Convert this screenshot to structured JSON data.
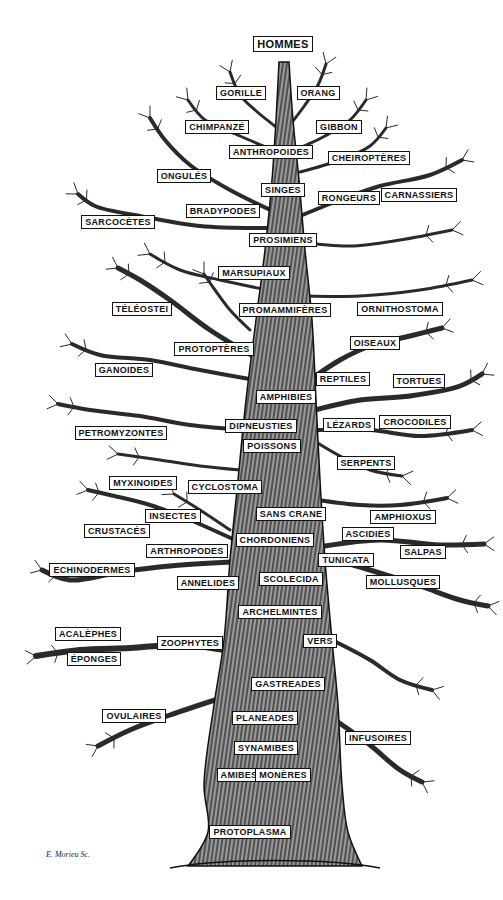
{
  "diagram": {
    "nodes": [
      {
        "text": [
          "HOMMES"
        ]
      },
      {
        "text": [
          "GORILLE"
        ]
      },
      {
        "text": [
          "ORANG"
        ]
      },
      {
        "text": [
          "CHIMPANZÉ"
        ]
      },
      {
        "text": [
          "GIBBON"
        ]
      },
      {
        "text": [
          "ANTHROPOIDES"
        ]
      },
      {
        "text": [
          "CHEIROPTÈRES"
        ]
      },
      {
        "text": [
          "ONGULÉS"
        ]
      },
      {
        "text": [
          "SINGES"
        ]
      },
      {
        "text": [
          "CARNASSIERS"
        ]
      },
      {
        "text": [
          "RONGEURS"
        ]
      },
      {
        "text": [
          "BRADYPODES"
        ]
      },
      {
        "text": [
          "SARCOCÈTES"
        ]
      },
      {
        "text": [
          "PROSIMIENS"
        ]
      },
      {
        "text": [
          "MARSUPIAUX"
        ]
      },
      {
        "text": [
          "TÉLÉOSTEI"
        ]
      },
      {
        "text": [
          "PROMAMMIFÈRES"
        ]
      },
      {
        "text": [
          "ORNITHOSTOMA"
        ]
      },
      {
        "text": [
          "OISEAUX"
        ]
      },
      {
        "text": [
          "PROTOPTÈRES"
        ]
      },
      {
        "text": [
          "GANOIDES"
        ]
      },
      {
        "text": [
          "REPTILES"
        ]
      },
      {
        "text": [
          "TORTUES"
        ]
      },
      {
        "text": [
          "AMPHIBIES"
        ]
      },
      {
        "text": [
          "CROCODILES"
        ]
      },
      {
        "text": [
          "LÉZARDS"
        ]
      },
      {
        "text": [
          "DIPNEUSTIES"
        ]
      },
      {
        "text": [
          "PETROMYZONTES"
        ]
      },
      {
        "text": [
          "POISSONS"
        ]
      },
      {
        "text": [
          "SERPENTS"
        ]
      },
      {
        "text": [
          "MYXINOIDES"
        ]
      },
      {
        "text": [
          "CYCLOSTOMA"
        ]
      },
      {
        "text": [
          "SANS CRANE"
        ]
      },
      {
        "text": [
          "INSECTES"
        ]
      },
      {
        "text": [
          "AMPHIOXUS"
        ]
      },
      {
        "text": [
          "CRUSTACÉS"
        ]
      },
      {
        "text": [
          "ASCIDIES"
        ]
      },
      {
        "text": [
          "CHORDONIENS"
        ]
      },
      {
        "text": [
          "ARTHROPODES"
        ]
      },
      {
        "text": [
          "SALPAS"
        ]
      },
      {
        "text": [
          "TUNICATA"
        ]
      },
      {
        "text": [
          "ECHINODERMES"
        ]
      },
      {
        "text": [
          "SCOLECIDA"
        ]
      },
      {
        "text": [
          "MOLLUSQUES"
        ]
      },
      {
        "text": [
          "ANNELIDES"
        ]
      },
      {
        "text": [
          "ARCHELMINTES"
        ]
      },
      {
        "text": [
          "ACALÈPHES"
        ]
      },
      {
        "text": [
          "VERS"
        ]
      },
      {
        "text": [
          "ZOOPHYTES"
        ]
      },
      {
        "text": [
          "ÉPONGES"
        ]
      },
      {
        "text": [
          "GASTREADES"
        ]
      },
      {
        "text": [
          "OVULAIRES"
        ]
      },
      {
        "text": [
          "PLANEADES"
        ]
      },
      {
        "text": [
          "INFUSOIRES"
        ]
      },
      {
        "text": [
          "SYNAMIBES"
        ]
      },
      {
        "text": [
          "AMIBES"
        ]
      },
      {
        "text": [
          "MONÈRES"
        ]
      },
      {
        "text": [
          "PROTOPLASMA"
        ]
      }
    ],
    "labels": [
      "E. Morieu Sc."
    ]
  }
}
